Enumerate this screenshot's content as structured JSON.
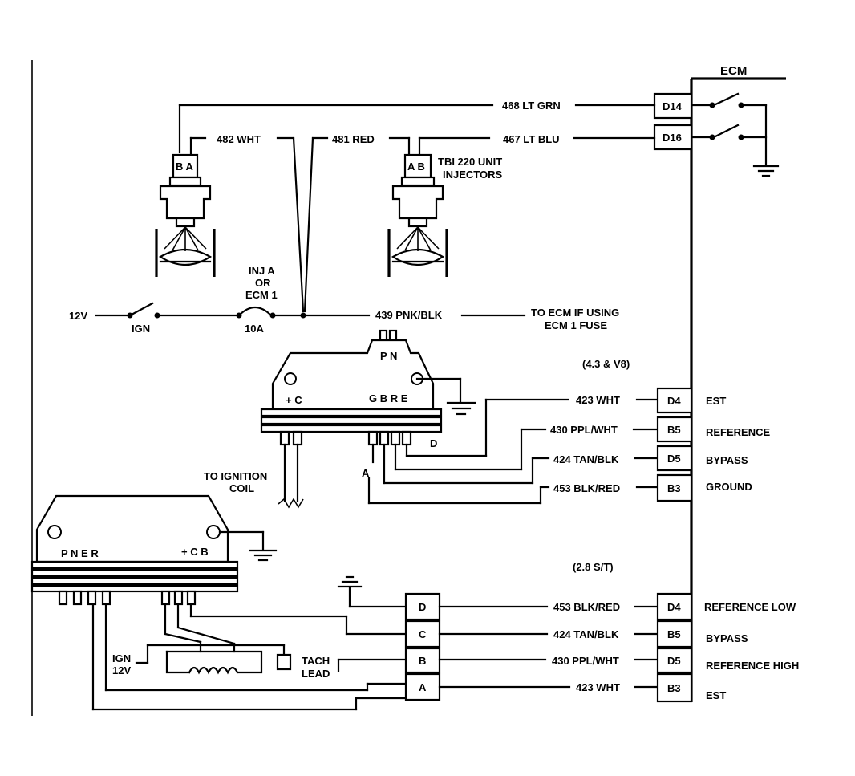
{
  "ecm": {
    "title": "ECM"
  },
  "top_pins": [
    {
      "pin": "D14",
      "wire": "468 LT GRN"
    },
    {
      "pin": "D16",
      "wire": "467 LT BLU"
    }
  ],
  "injectors": {
    "left_connector": "B A",
    "right_connector": "A B",
    "left_wire": "482 WHT",
    "right_wire": "481 RED",
    "label_line1": "TBI 220 UNIT",
    "label_line2": "INJECTORS"
  },
  "power": {
    "voltage": "12V",
    "switch_label": "IGN",
    "fuse_label_1": "INJ A",
    "fuse_label_2": "OR",
    "fuse_label_3": "ECM 1",
    "fuse_rating": "10A",
    "wire": "439 PNK/BLK",
    "note_line1": "TO ECM IF USING",
    "note_line2": "ECM 1 FUSE"
  },
  "module_v8": {
    "heading": "(4.3 & V8)",
    "top_terminals": "P N",
    "left_terminals": "+ C",
    "right_terminals": "G B R E",
    "pin_d": "D",
    "pin_a": "A",
    "coil_line1": "TO IGNITION",
    "coil_line2": "COIL",
    "rows": [
      {
        "wire": "423 WHT",
        "pin": "D4",
        "func": "EST"
      },
      {
        "wire": "430 PPL/WHT",
        "pin": "B5",
        "func": "REFERENCE"
      },
      {
        "wire": "424 TAN/BLK",
        "pin": "D5",
        "func": "BYPASS"
      },
      {
        "wire": "453 BLK/RED",
        "pin": "B3",
        "func": "GROUND"
      }
    ]
  },
  "module_28": {
    "heading": "(2.8 S/T)",
    "left_terminals": "P N E R",
    "right_terminals": "+ C B",
    "ign_line1": "IGN",
    "ign_line2": "12V",
    "tach_line1": "TACH",
    "tach_line2": "LEAD",
    "rows": [
      {
        "conn": "D",
        "wire": "453 BLK/RED",
        "pin": "D4",
        "func": "REFERENCE LOW"
      },
      {
        "conn": "C",
        "wire": "424 TAN/BLK",
        "pin": "B5",
        "func": "BYPASS"
      },
      {
        "conn": "B",
        "wire": "430 PPL/WHT",
        "pin": "D5",
        "func": "REFERENCE HIGH"
      },
      {
        "conn": "A",
        "wire": "423 WHT",
        "pin": "B3",
        "func": "EST"
      }
    ]
  }
}
